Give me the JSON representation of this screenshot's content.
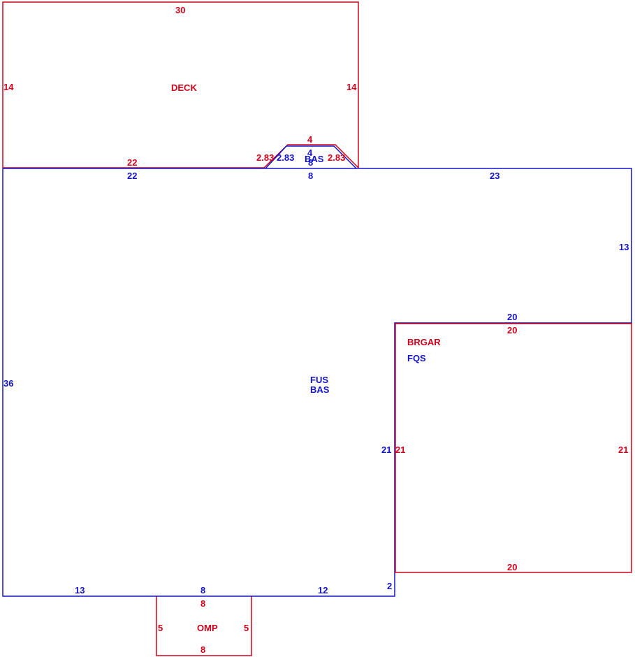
{
  "colors": {
    "red": "#d0021b",
    "blue": "#1414c8"
  },
  "areas": {
    "deck": {
      "name": "DECK",
      "dims": {
        "top": "30",
        "left": "14",
        "right": "14",
        "bottom": "22"
      }
    },
    "bump": {
      "name": "BAS",
      "dims": {
        "top_red": "4",
        "top_blue": "4",
        "left_red": "2.83",
        "left_blue": "2.83",
        "right_red": "2.83",
        "bottom": "8",
        "inner": "8"
      }
    },
    "main": {
      "names": [
        "FUS",
        "BAS"
      ],
      "dims": {
        "top_left": "22",
        "top_right": "23",
        "right": "13",
        "left": "36",
        "bottom_left": "13",
        "bottom_mid": "8",
        "bottom_right": "12",
        "step": "2",
        "inner_left": "21",
        "inner_top": "20"
      }
    },
    "garage": {
      "names": [
        "BRGAR",
        "FQS"
      ],
      "dims": {
        "top": "20",
        "left": "21",
        "right": "21",
        "bottom": "20"
      }
    },
    "porch": {
      "name": "OMP",
      "dims": {
        "top": "8",
        "left": "5",
        "right": "5",
        "bottom": "8"
      }
    }
  }
}
